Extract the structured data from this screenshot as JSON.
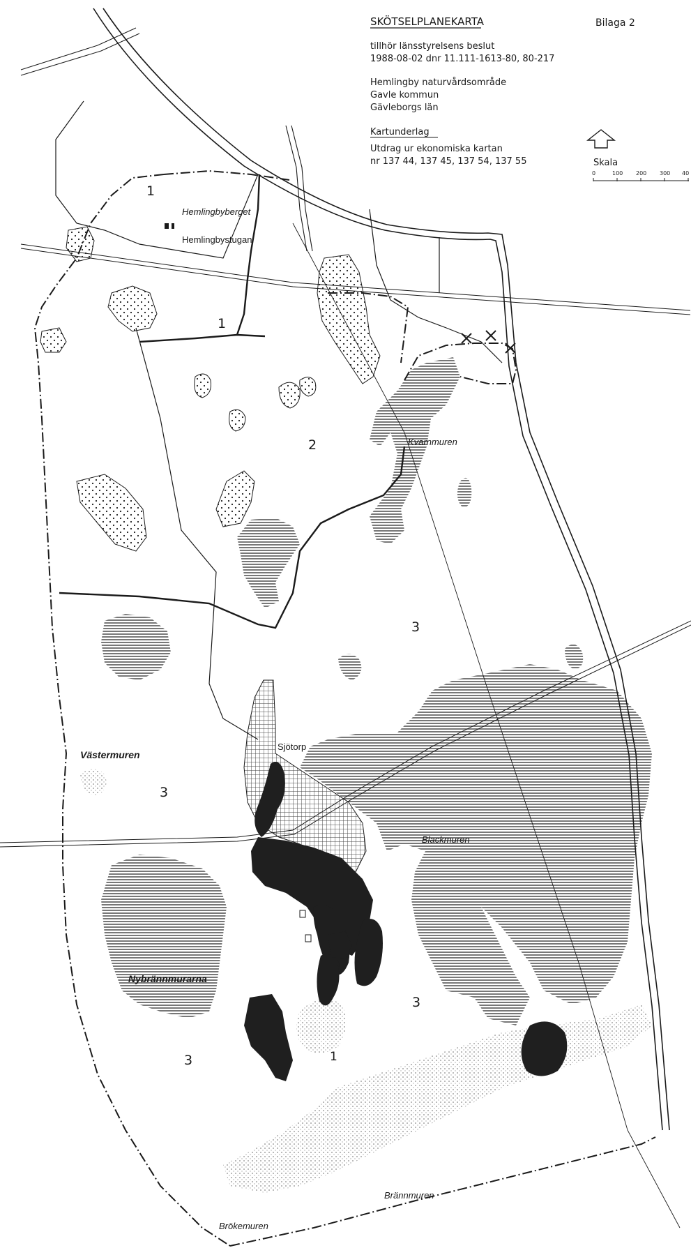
{
  "header": {
    "title": "SKÖTSELPLANEKARTA",
    "attachment": "Bilaga 2",
    "decision_line1": "tillhör länsstyrelsens beslut",
    "decision_line2": "1988-08-02 dnr 11.111-1613-80, 80-217",
    "area_name": "Hemlingby naturvårdsområde",
    "municipality": "Gavle kommun",
    "county": "Gävleborgs län",
    "base_map_title": "Kartunderlag",
    "base_map_line1": "Utdrag ur ekonomiska kartan",
    "base_map_line2": "nr 137 44, 137 45, 137 54, 137 55"
  },
  "scale": {
    "label": "Skala",
    "ticks": [
      "0",
      "100",
      "200",
      "300",
      "40"
    ]
  },
  "places": {
    "hemlingbyberget": "Hemlingbyberget",
    "hemlingbystugan": "Hemlingbystugan",
    "kvarnmuren": "Kvarnmuren",
    "vastermuren": "Västermuren",
    "sjotorp": "Sjötorp",
    "blackmuren": "Blackmuren",
    "nybrannmurarna": "Nybrännmurarna",
    "brokemuren": "Brökemuren",
    "brannmuren": "Brännmuren"
  },
  "zones": {
    "z1a": "1",
    "z1b": "1",
    "z2": "2",
    "z3a": "3",
    "z3b": "3",
    "z3c": "3",
    "z3d": "3",
    "z1c": "1"
  },
  "colors": {
    "ink": "#1a1a1a",
    "hatch": "#555555",
    "paper": "#ffffff"
  }
}
